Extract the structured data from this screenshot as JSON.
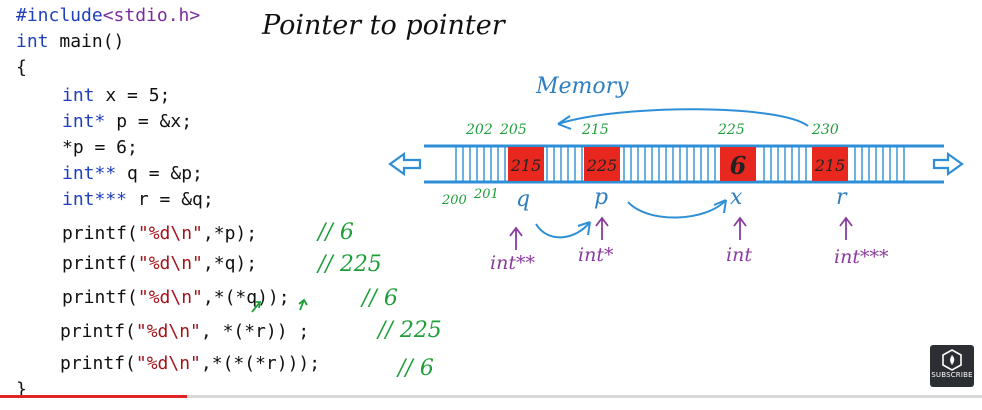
{
  "video": {
    "progress_fraction": 0.19,
    "subscribe_label": "SUBSCRIBE"
  },
  "code": {
    "include_kw": "#include",
    "include_hdr": "<stdio.h>",
    "main_kw": "int",
    "main_rest": " main()",
    "brace_open": "{",
    "brace_close": "}",
    "line1_kw": "int",
    "line1_rest": " x = 5;",
    "line2_kw": "int*",
    "line2_rest": " p = &x;",
    "line3": "*p = 6;",
    "line4_kw": "int**",
    "line4_rest": " q = &p;",
    "line5_kw": "int***",
    "line5_rest": " r = &q;",
    "printf": "printf(",
    "fmt": "\"%d\\n\"",
    "arg1": ",*p);",
    "arg2": ",*q);",
    "arg3": ",*(*q));",
    "arg4": ", *(*r)) ;",
    "arg5": ",*(*(*r)));"
  },
  "annotations": {
    "title": "Pointer to pointer",
    "result1": "// 6",
    "result2": "// 225",
    "result3": "// 6",
    "result4": "// 225",
    "result5": "// 6"
  },
  "memory": {
    "label": "Memory",
    "addr_202": "202",
    "addr_205": "205",
    "addr_215": "215",
    "addr_225": "225",
    "addr_230": "230",
    "addr_200": "200",
    "addr_201": "201",
    "cells": [
      "215",
      "225",
      "6",
      "215"
    ],
    "var_q": "q",
    "var_p": "p",
    "var_x": "x",
    "var_r": "r",
    "type_q": "int**",
    "type_p": "int*",
    "type_x": "int",
    "type_r": "int***",
    "colors": {
      "cell": "#e8281e",
      "rail": "#2f8fd6"
    }
  }
}
